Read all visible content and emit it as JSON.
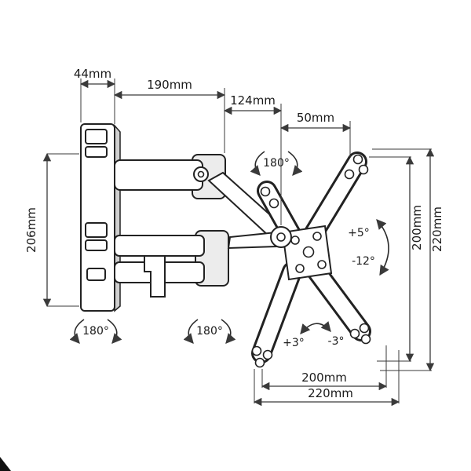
{
  "dimensions": {
    "top_44": "44mm",
    "top_190": "190mm",
    "top_124": "124mm",
    "top_50": "50mm",
    "left_206": "206mm",
    "right_200": "200mm",
    "right_220": "220mm",
    "bottom_200": "200mm",
    "bottom_220": "220mm"
  },
  "angles": {
    "swivel_head": "180°",
    "swivel_wall": "180°",
    "swivel_elbow": "180°",
    "tilt_up": "+5°",
    "tilt_down": "-12°",
    "roll_plus": "+3°",
    "roll_minus": "-3°"
  }
}
